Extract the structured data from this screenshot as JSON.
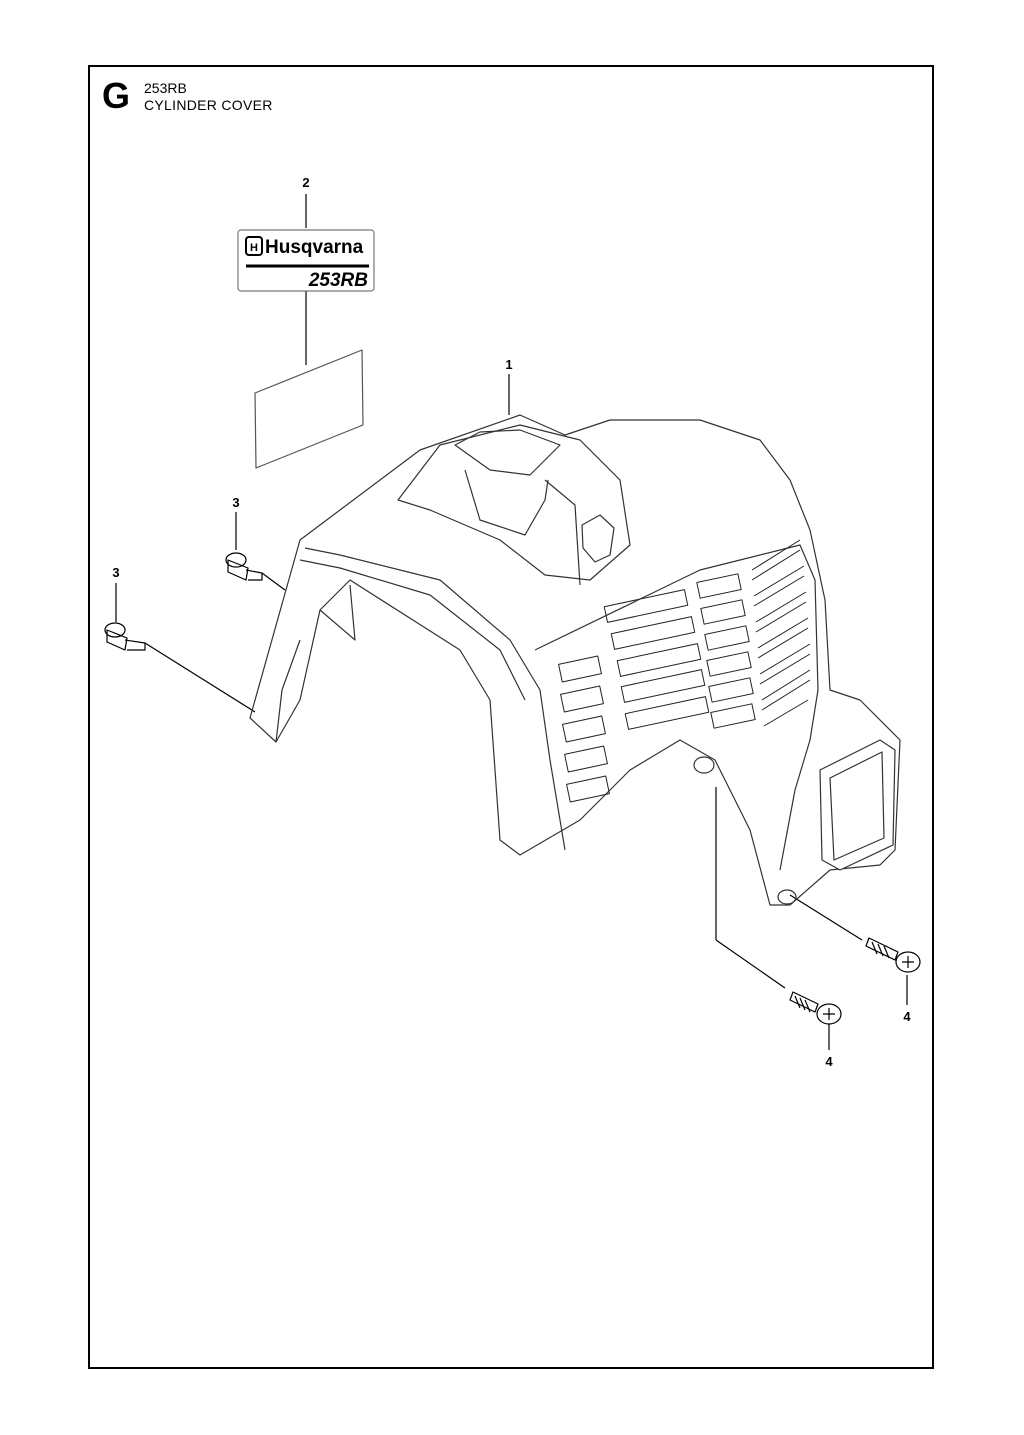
{
  "header": {
    "section_letter": "G",
    "model": "253RB",
    "title": "CYLINDER COVER"
  },
  "callouts": [
    {
      "id": "callout-1",
      "label": "1"
    },
    {
      "id": "callout-2",
      "label": "2"
    },
    {
      "id": "callout-3a",
      "label": "3"
    },
    {
      "id": "callout-3b",
      "label": "3"
    },
    {
      "id": "callout-4a",
      "label": "4"
    },
    {
      "id": "callout-4b",
      "label": "4"
    }
  ],
  "decal": {
    "brand": "Husqvarna",
    "model": "253RB"
  }
}
